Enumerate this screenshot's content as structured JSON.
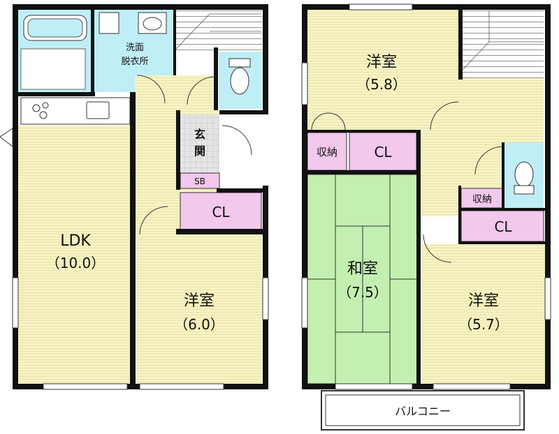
{
  "colors": {
    "room_floor": "#f7f3c4",
    "wet_area": "#bfeef7",
    "closet": "#f2c8ec",
    "tatami": "#c3efb0",
    "entrance": "#e4e4e4",
    "wall": "#111111"
  },
  "floor1": {
    "ldk_name": "LDK",
    "ldk_size": "（10.0）",
    "western_name": "洋室",
    "western_size": "（6.0）",
    "washroom_line1": "洗面",
    "washroom_line2": "脱衣所",
    "entrance_line1": "玄",
    "entrance_line2": "関",
    "shoe_box": "SB",
    "closet": "CL",
    "icons": [
      "bathtub-icon",
      "washbasin-icon",
      "toilet-icon",
      "stove-icon",
      "sink-icon",
      "staircase-icon"
    ]
  },
  "floor2": {
    "western1_name": "洋室",
    "western1_size": "（5.8）",
    "storage1": "収納",
    "closet1": "CL",
    "japanese_name": "和室",
    "japanese_size": "（7.5）",
    "storage2": "収納",
    "closet2": "CL",
    "western2_name": "洋室",
    "western2_size": "（5.7）",
    "balcony": "バルコニー",
    "icons": [
      "toilet-icon",
      "staircase-icon"
    ]
  }
}
